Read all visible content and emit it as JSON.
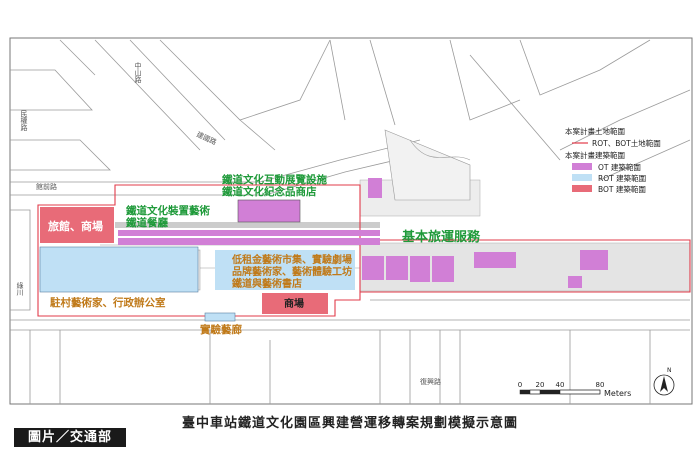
{
  "roads": {
    "zhongshan": "中山路",
    "jianguo": "建國路",
    "minquan": "民權路",
    "fuxing": "復興路",
    "side": "綠川",
    "lane": "館前路"
  },
  "zones": {
    "hotel_mall": "旅館、商場",
    "rail_art": "鐵道文化裝置藝術",
    "rail_dining": "鐵道餐廳",
    "interactive": "鐵道文化互動展覽設施",
    "souvenir": "鐵道文化紀念品商店",
    "travel_service": "基本旅運服務",
    "market_1": "低租金藝術市集、實驗劇場",
    "market_2": "品牌藝術家、藝術體驗工坊",
    "market_3": "鐵道與藝術書店",
    "resident": "駐村藝術家、行政辦公室",
    "mall": "商場",
    "experimental": "實驗藝廊"
  },
  "legend": {
    "title_land": "本案計畫土地範圍",
    "rot_bot_land": "ROT、BOT土地範圍",
    "title_building": "本案計畫建築範圍",
    "ot": "OT 建築範圍",
    "rot": "ROT 建築範圍",
    "bot": "BOT 建築範圍",
    "colors": {
      "ot": "#d17fd6",
      "rot": "#bfe0f5",
      "bot": "#e86b78",
      "boundary": "#e23b4a"
    }
  },
  "scale": {
    "ticks": [
      "0",
      "20",
      "40",
      "80"
    ],
    "unit": "Meters",
    "north": "N"
  },
  "caption": "臺中車站鐵道文化園區興建營運移轉案規劃模擬示意圖",
  "credit": "圖片／交通部"
}
